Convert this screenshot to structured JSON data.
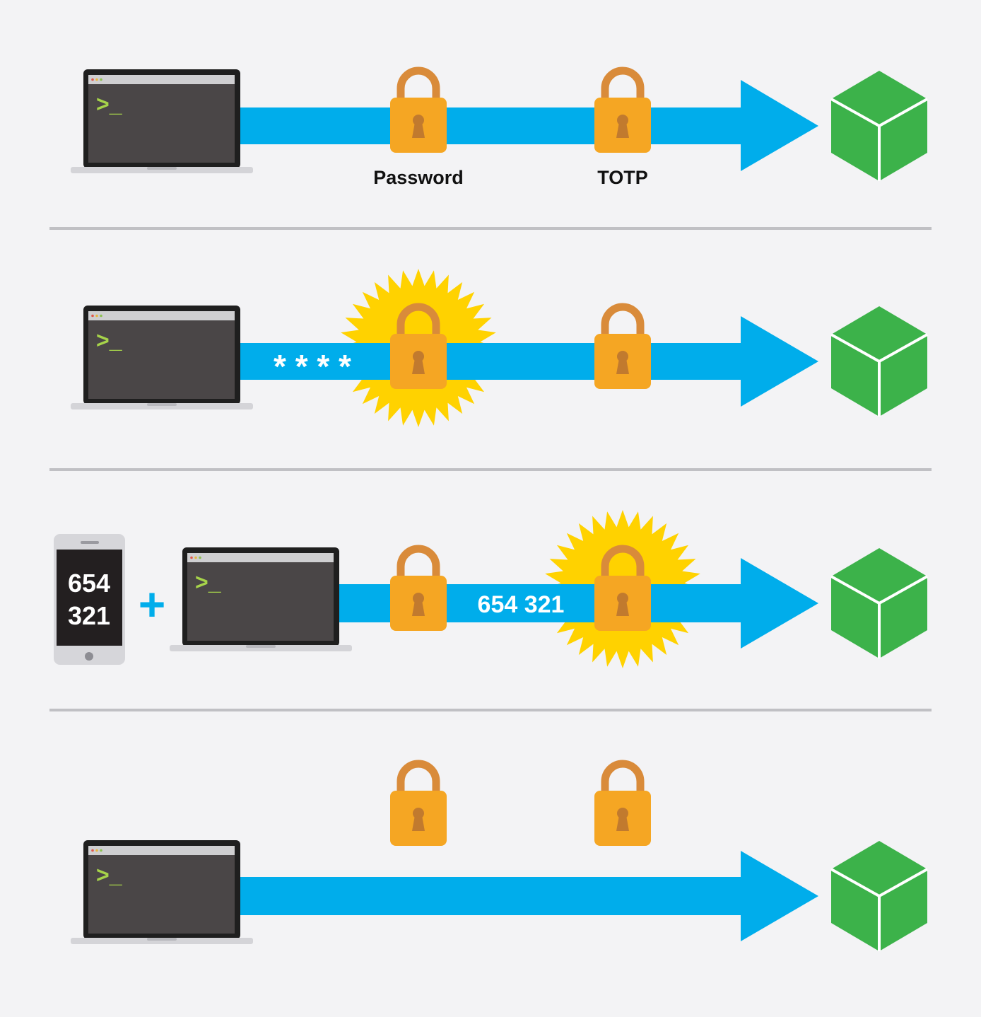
{
  "colors": {
    "background": "#f3f3f5",
    "arrow": "#00adeb",
    "lock_body": "#f5a623",
    "lock_shackle": "#d98b3a",
    "keyhole": "#c17a2e",
    "burst": "#ffd200",
    "cube": "#3cb24a",
    "cube_edge": "#ffffff",
    "laptop_frame": "#1f1f1f",
    "laptop_screen": "#4a4647",
    "laptop_titlebar": "#cfcfd1",
    "laptop_base": "#d4d4d8",
    "prompt": "#a6d34a",
    "divider": "#c0c0c4",
    "phone": "#d6d6da",
    "phone_screen": "#231f20"
  },
  "panels": [
    {
      "id": "normal-login",
      "labels": {
        "password": "Password",
        "totp": "TOTP"
      },
      "terminal_prompt": ">_",
      "locks": [
        "locked",
        "locked"
      ]
    },
    {
      "id": "password-entered",
      "password_mask": "* * * *",
      "terminal_prompt": ">_",
      "locks": [
        "unlocked",
        "locked"
      ]
    },
    {
      "id": "totp-entered",
      "phone_code_line1": "654",
      "phone_code_line2": "321",
      "plus": "+",
      "code_on_arrow": "654 321",
      "terminal_prompt": ">_",
      "locks": [
        "unlocked",
        "unlocked"
      ]
    },
    {
      "id": "access-granted",
      "terminal_prompt": ">_",
      "locks": [
        "unlocked",
        "unlocked"
      ]
    }
  ]
}
